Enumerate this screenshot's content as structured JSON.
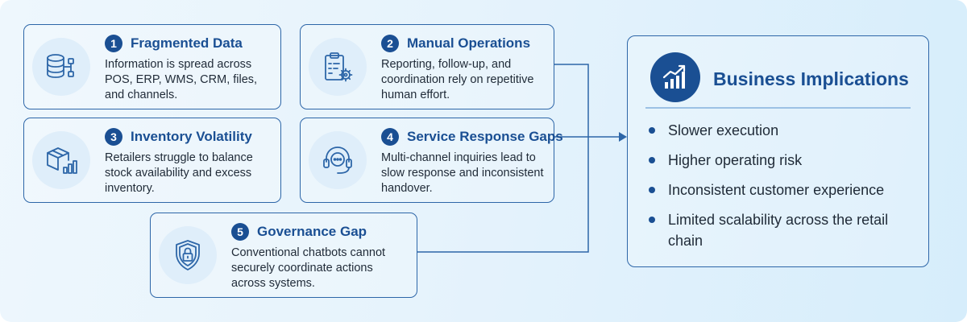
{
  "cards": [
    {
      "number": "1",
      "title": "Fragmented Data",
      "description": "Information is spread across POS, ERP, WMS, CRM, files, and channels.",
      "icon": "database-network-icon"
    },
    {
      "number": "2",
      "title": "Manual Operations",
      "description": "Reporting, follow-up, and coordination rely on repetitive human effort.",
      "icon": "clipboard-gear-icon"
    },
    {
      "number": "3",
      "title": "Inventory Volatility",
      "description": "Retailers struggle to balance stock availability and excess inventory.",
      "icon": "box-chart-icon"
    },
    {
      "number": "4",
      "title": "Service Response Gaps",
      "description": "Multi-channel inquiries lead to slow response and inconsistent handover.",
      "icon": "headset-chat-icon"
    },
    {
      "number": "5",
      "title": "Governance Gap",
      "description": "Conventional chatbots cannot securely coordinate actions across systems.",
      "icon": "shield-lock-icon"
    }
  ],
  "implications": {
    "title": "Business Implications",
    "icon": "growth-chart-icon",
    "items": [
      "Slower execution",
      "Higher operating risk",
      "Inconsistent customer experience",
      "Limited scalability across the retail chain"
    ]
  },
  "colors": {
    "primary": "#1a4f93",
    "border": "#2d66a8",
    "icon_bg": "#dfeefa",
    "text": "#1f2a37"
  }
}
